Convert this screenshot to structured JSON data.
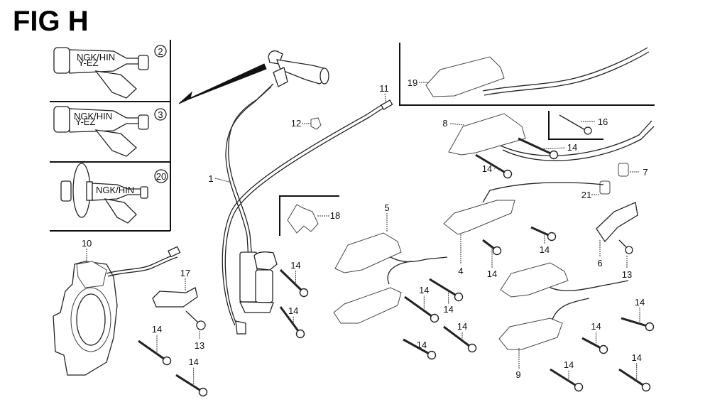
{
  "figure": {
    "title": "FIG H",
    "description": "Exploded parts diagram: ignition coils, charge coils and spark plug caps"
  },
  "insets": [
    {
      "callout": "2",
      "cap_text_line1": "NGK/HIN",
      "cap_text_line2": "Y-EZ"
    },
    {
      "callout": "3",
      "cap_text_line1": "NGK/HIN",
      "cap_text_line2": "Y-EZ"
    },
    {
      "callout": "20",
      "cap_text_line1": "NGK/HIN",
      "cap_text_line2": ""
    }
  ],
  "callouts": [
    {
      "id": "c1",
      "label": "1"
    },
    {
      "id": "c4",
      "label": "4"
    },
    {
      "id": "c5",
      "label": "5"
    },
    {
      "id": "c6",
      "label": "6"
    },
    {
      "id": "c7",
      "label": "7"
    },
    {
      "id": "c8",
      "label": "8"
    },
    {
      "id": "c9",
      "label": "9"
    },
    {
      "id": "c10",
      "label": "10"
    },
    {
      "id": "c11",
      "label": "11"
    },
    {
      "id": "c12",
      "label": "12"
    },
    {
      "id": "c13a",
      "label": "13"
    },
    {
      "id": "c13b",
      "label": "13"
    },
    {
      "id": "c16",
      "label": "16"
    },
    {
      "id": "c17",
      "label": "17"
    },
    {
      "id": "c18",
      "label": "18"
    },
    {
      "id": "c19",
      "label": "19"
    },
    {
      "id": "c21",
      "label": "21"
    },
    {
      "id": "c14",
      "label": "14"
    }
  ]
}
